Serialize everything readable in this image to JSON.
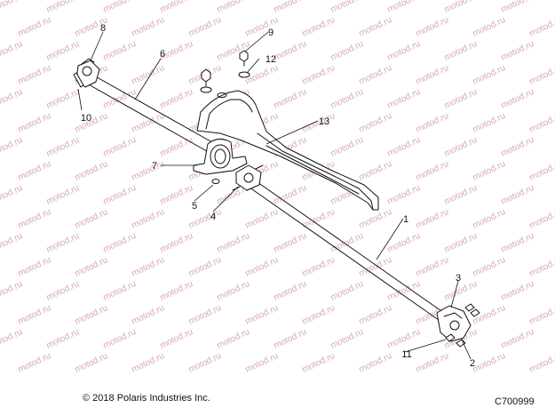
{
  "watermark": "motod.ru",
  "copyright": "© 2018 Polaris Industries Inc.",
  "figure_code": "C700999",
  "callouts": {
    "c1": "1",
    "c2": "2",
    "c3": "3",
    "c4": "4",
    "c5": "5",
    "c6": "6",
    "c7": "7",
    "c8": "8",
    "c9": "9",
    "c10": "10",
    "c11": "11",
    "c12": "12",
    "c13": "13"
  },
  "colors": {
    "line": "#111111",
    "watermark": "#d9a9ab"
  }
}
